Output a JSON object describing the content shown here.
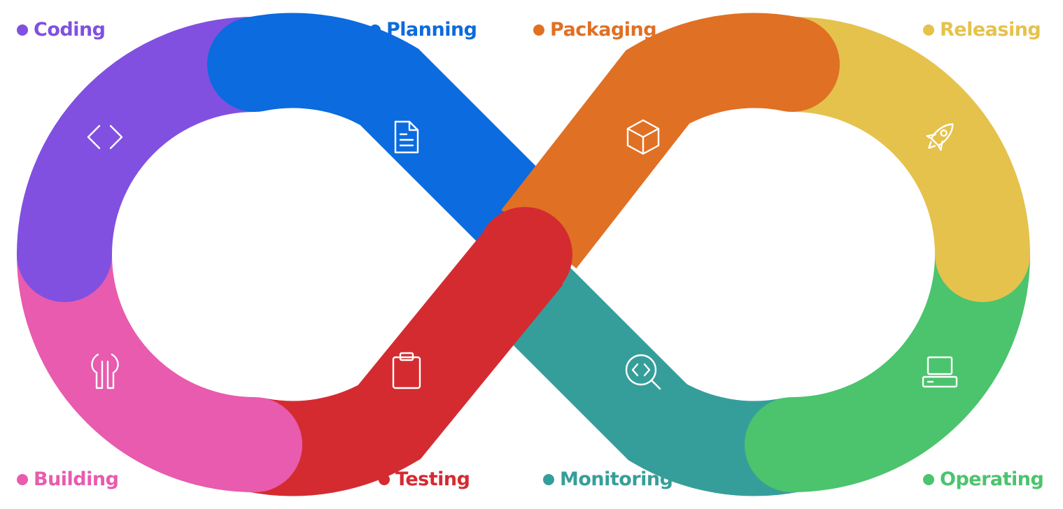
{
  "stages": [
    {
      "key": "coding",
      "label": "Coding",
      "color": "#8150E0",
      "icon": "code-brackets-icon"
    },
    {
      "key": "planning",
      "label": "Planning",
      "color": "#0C6BDE",
      "icon": "document-icon"
    },
    {
      "key": "packaging",
      "label": "Packaging",
      "color": "#E07024",
      "icon": "cube-box-icon"
    },
    {
      "key": "releasing",
      "label": "Releasing",
      "color": "#E5C24C",
      "icon": "rocket-icon"
    },
    {
      "key": "building",
      "label": "Building",
      "color": "#E85BAE",
      "icon": "wrench-icon"
    },
    {
      "key": "testing",
      "label": "Testing",
      "color": "#D42B31",
      "icon": "clipboard-icon"
    },
    {
      "key": "monitoring",
      "label": "Monitoring",
      "color": "#369E9A",
      "icon": "magnifier-code-icon"
    },
    {
      "key": "operating",
      "label": "Operating",
      "color": "#4BC46D",
      "icon": "laptop-icon"
    }
  ]
}
